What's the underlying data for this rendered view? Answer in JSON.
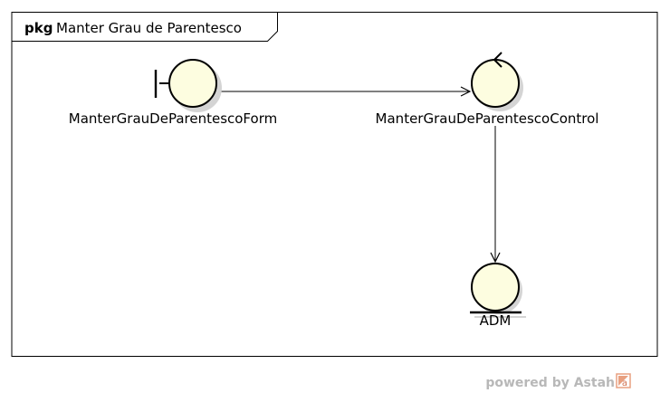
{
  "package": {
    "keyword": "pkg",
    "name": "Manter Grau de Parentesco"
  },
  "elements": {
    "boundary": {
      "kind": "boundary",
      "label": "ManterGrauDeParentescoForm"
    },
    "control": {
      "kind": "control",
      "label": "ManterGrauDeParentescoControl"
    },
    "entity": {
      "kind": "entity",
      "label": "ADM"
    }
  },
  "connections": [
    {
      "from": "boundary",
      "to": "control",
      "style": "open-arrow"
    },
    {
      "from": "control",
      "to": "entity",
      "style": "open-arrow"
    }
  ],
  "colors": {
    "element_fill": "#fdfde0",
    "line": "#000000",
    "shadow": "#d4d4d4",
    "watermark": "#b8b8b8",
    "watermark_logo": "#e8a080"
  },
  "watermark": {
    "text": "powered by Astah",
    "logo_text": "a"
  }
}
